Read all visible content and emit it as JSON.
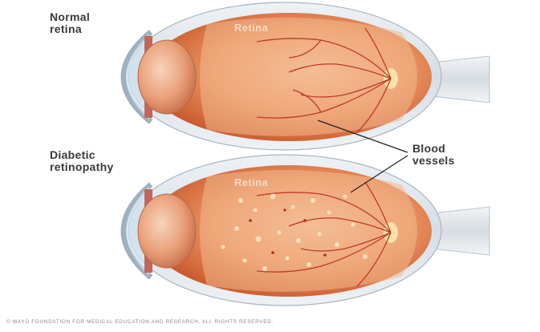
{
  "labels": {
    "normal_line1": "Normal",
    "normal_line2": "retina",
    "diabetic_line1": "Diabetic",
    "diabetic_line2": "retinopathy",
    "retina_top": "Retina",
    "retina_bottom": "Retina",
    "blood_line1": "Blood",
    "blood_line2": "vessels"
  },
  "copyright": "© MAYO FOUNDATION FOR MEDICAL EDUCATION AND RESEARCH. ALL RIGHTS RESERVED.",
  "colors": {
    "sclera": "#dfe6ec",
    "eye_orange": "#e07a45",
    "retina_inner": "#f2b48a",
    "vessel_red": "#c0392b",
    "leader_line": "#222222"
  }
}
